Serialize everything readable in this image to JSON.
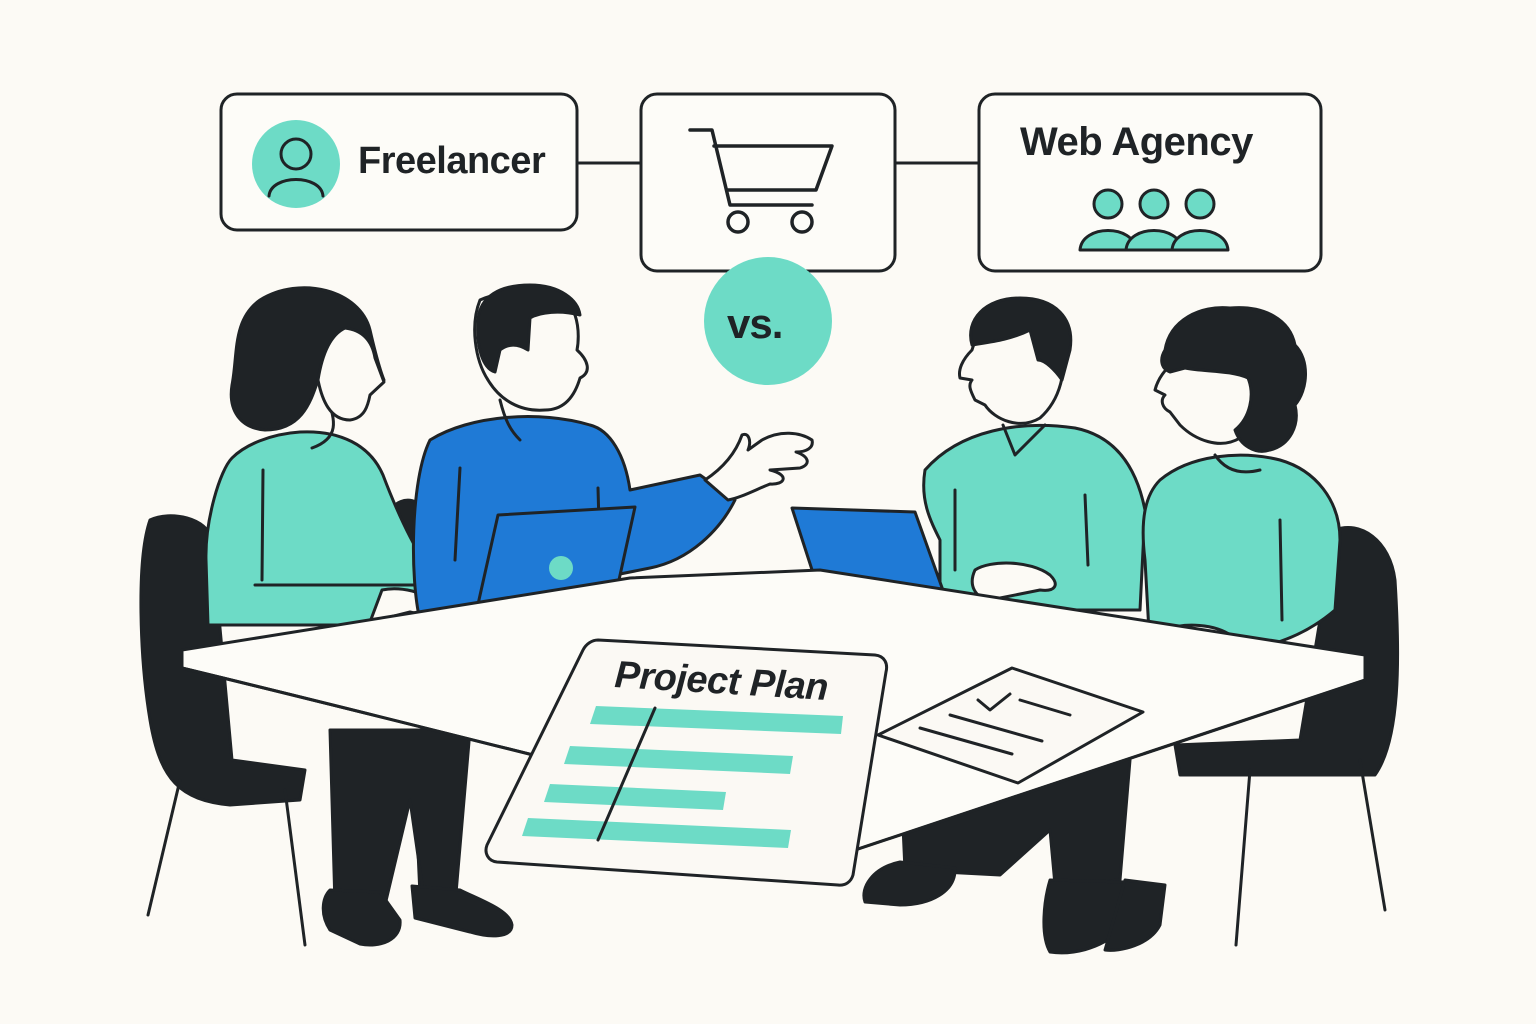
{
  "header": {
    "freelancer_label": "Freelancer",
    "agency_label": "Web Agency",
    "versus_label": "vs."
  },
  "document": {
    "title": "Project Plan"
  },
  "colors": {
    "ink": "#1f2326",
    "mint": "#6ddbc6",
    "blue": "#1f7ad6",
    "background": "#fcfaf5",
    "paper": "#fbf9f4"
  },
  "icons": {
    "freelancer": "single-person-icon",
    "center": "shopping-cart-icon",
    "agency": "group-people-icon"
  }
}
